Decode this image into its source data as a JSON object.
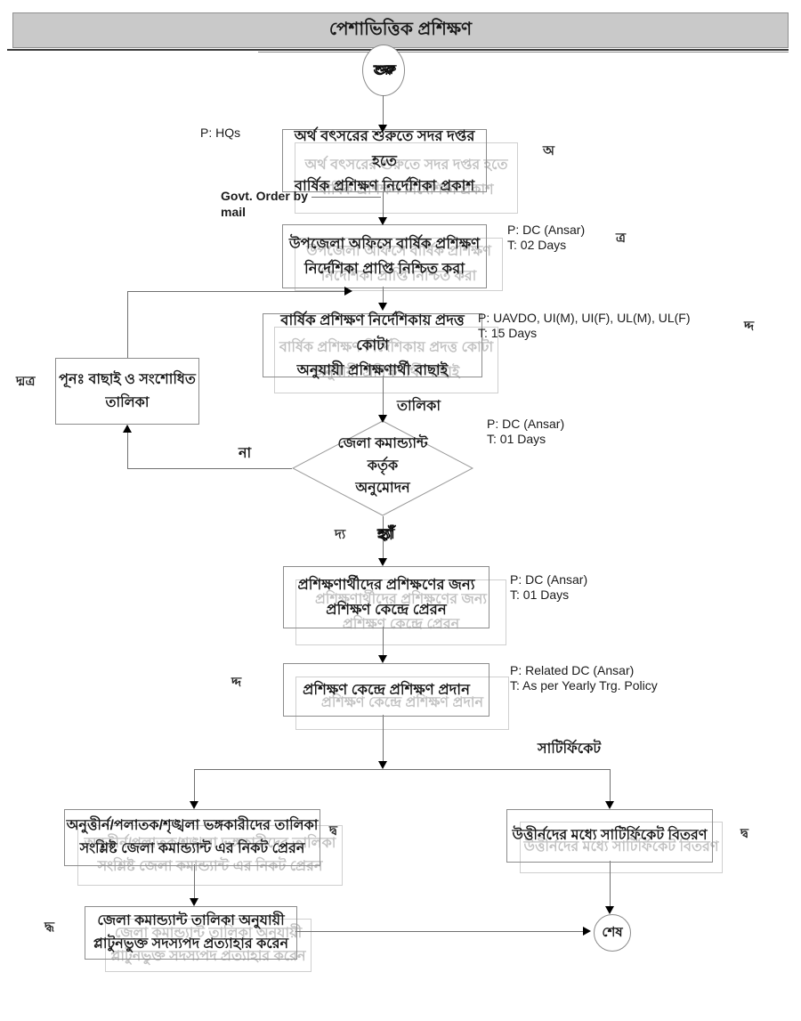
{
  "title": "পেশাভিত্তিক প্রশিক্ষণ",
  "nodes": {
    "start": "শুরু",
    "end": "শেষ",
    "b1": {
      "l1": "অর্থ বৎসরের শুরুতে সদর দপ্তর হতে",
      "l2": "বার্ষিক প্রশিক্ষণ নির্দেশিকা প্রকাশ"
    },
    "b2": {
      "l1": "উপজেলা অফিসে বার্ষিক প্রশিক্ষণ",
      "l2": "নির্দেশিকা প্রাপ্তি নিশ্চিত করা"
    },
    "b3": {
      "l1": "বার্ষিক প্রশিক্ষণ নির্দেশিকায় প্রদত্ত কোটা",
      "l2": "অনুযায়ী প্রশিক্ষণার্থী বাছাই"
    },
    "decision": {
      "l1": "জেলা কমান্ড্যান্ট",
      "l2": "কর্তৃক",
      "l3": "অনুমোদন"
    },
    "reselect": {
      "l1": "পূনঃ বাছাই ও সংশোধিত",
      "l2": "তালিকা"
    },
    "b4": {
      "l1": "প্রশিক্ষণার্থীদের প্রশিক্ষণের জন্য",
      "l2": "প্রশিক্ষণ কেন্দ্রে প্রেরন"
    },
    "b5": {
      "l1": "প্রশিক্ষণ কেন্দ্রে প্রশিক্ষণ প্রদান"
    },
    "b6": {
      "l1": "অনুত্তীর্ন/পলাতক/শৃঙ্খলা ভঙ্গকারীদের তালিকা",
      "l2": "সংশ্লিষ্ট জেলা কমান্ড্যান্ট এর নিকট প্রেরন"
    },
    "b7": {
      "l1": "উত্তীর্নদের মধ্যে সাটির্ফিকেট বিতরণ"
    },
    "b8": {
      "l1": "জেলা কমান্ড্যান্ট তালিকা অনুযায়ী",
      "l2": "প্লাটুনভুক্ত সদস্যপদ প্রত্যাহার করেন"
    }
  },
  "edge_labels": {
    "list": "তালিকা",
    "no": "না",
    "yes": "হ্যাঁ",
    "certificate": "সাটির্ফিকেট"
  },
  "annotations": {
    "hq": {
      "l1": "P: HQs"
    },
    "govt": {
      "l1": "Govt. Order by",
      "l2": "mail"
    },
    "a3": {
      "l1": "P: DC (Ansar)",
      "l2": "T: 02 Days"
    },
    "a4": {
      "l1": "P: UAVDO, UI(M), UI(F), UL(M), UL(F)",
      "l2": "T: 15 Days"
    },
    "a5": {
      "l1": "P: DC (Ansar)",
      "l2": "T: 01 Days"
    },
    "a6": {
      "l1": "P: DC (Ansar)",
      "l2": "T: 01 Days"
    },
    "a7": {
      "l1": "P: Related DC (Ansar)",
      "l2": "T: As per Yearly Trg. Policy"
    }
  },
  "ghost_glyphs": {
    "g1": "অ",
    "g2": "ত্র",
    "g3": "দ্দ",
    "g4": "দ্মত্র",
    "g5": "দ্য",
    "g6": "দ্দ",
    "g7": "দ্ব",
    "g8": "দ্ব",
    "g9": "দ্ধ"
  },
  "colors": {
    "title_bg": "#c9c9c9",
    "box_border": "#8c8c8c",
    "ghost": "#c2c2c2",
    "line": "#707070",
    "text": "#1a1a1a"
  }
}
